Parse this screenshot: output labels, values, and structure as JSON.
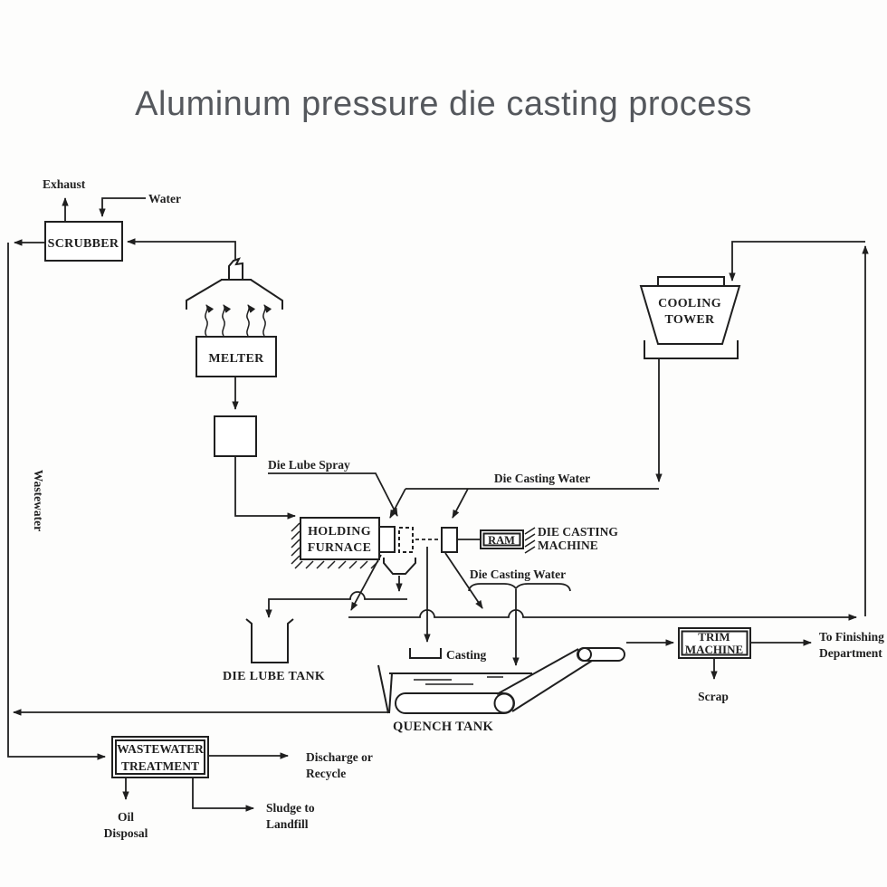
{
  "title": "Aluminum pressure die casting process",
  "colors": {
    "ink": "#1f1f1f",
    "title_text": "#55585d",
    "background": "#fdfdfc"
  },
  "nodes": {
    "scrubber": {
      "label": "SCRUBBER"
    },
    "melter": {
      "label": "MELTER"
    },
    "holding_furnace": {
      "line1": "HOLDING",
      "line2": "FURNACE"
    },
    "ram": {
      "label": "RAM"
    },
    "die_casting_machine": {
      "line1": "DIE CASTING",
      "line2": "MACHINE"
    },
    "cooling_tower": {
      "line1": "COOLING",
      "line2": "TOWER"
    },
    "die_lube_tank": {
      "label": "DIE LUBE TANK"
    },
    "quench_tank": {
      "label": "QUENCH TANK"
    },
    "trim_machine": {
      "line1": "TRIM",
      "line2": "MACHINE"
    },
    "wastewater_treatment": {
      "line1": "WASTEWATER",
      "line2": "TREATMENT"
    }
  },
  "streams": {
    "exhaust": "Exhaust",
    "water": "Water",
    "wastewater": "Wastewater",
    "die_lube_spray": "Die Lube Spray",
    "die_casting_water_supply": "Die Casting Water",
    "die_casting_water_drain": "Die Casting Water",
    "casting": "Casting",
    "to_finishing": {
      "line1": "To Finishing",
      "line2": "Department"
    },
    "scrap": "Scrap",
    "discharge": {
      "line1": "Discharge or",
      "line2": "Recycle"
    },
    "sludge": {
      "line1": "Sludge to",
      "line2": "Landfill"
    },
    "oil": {
      "line1": "Oil",
      "line2": "Disposal"
    }
  }
}
